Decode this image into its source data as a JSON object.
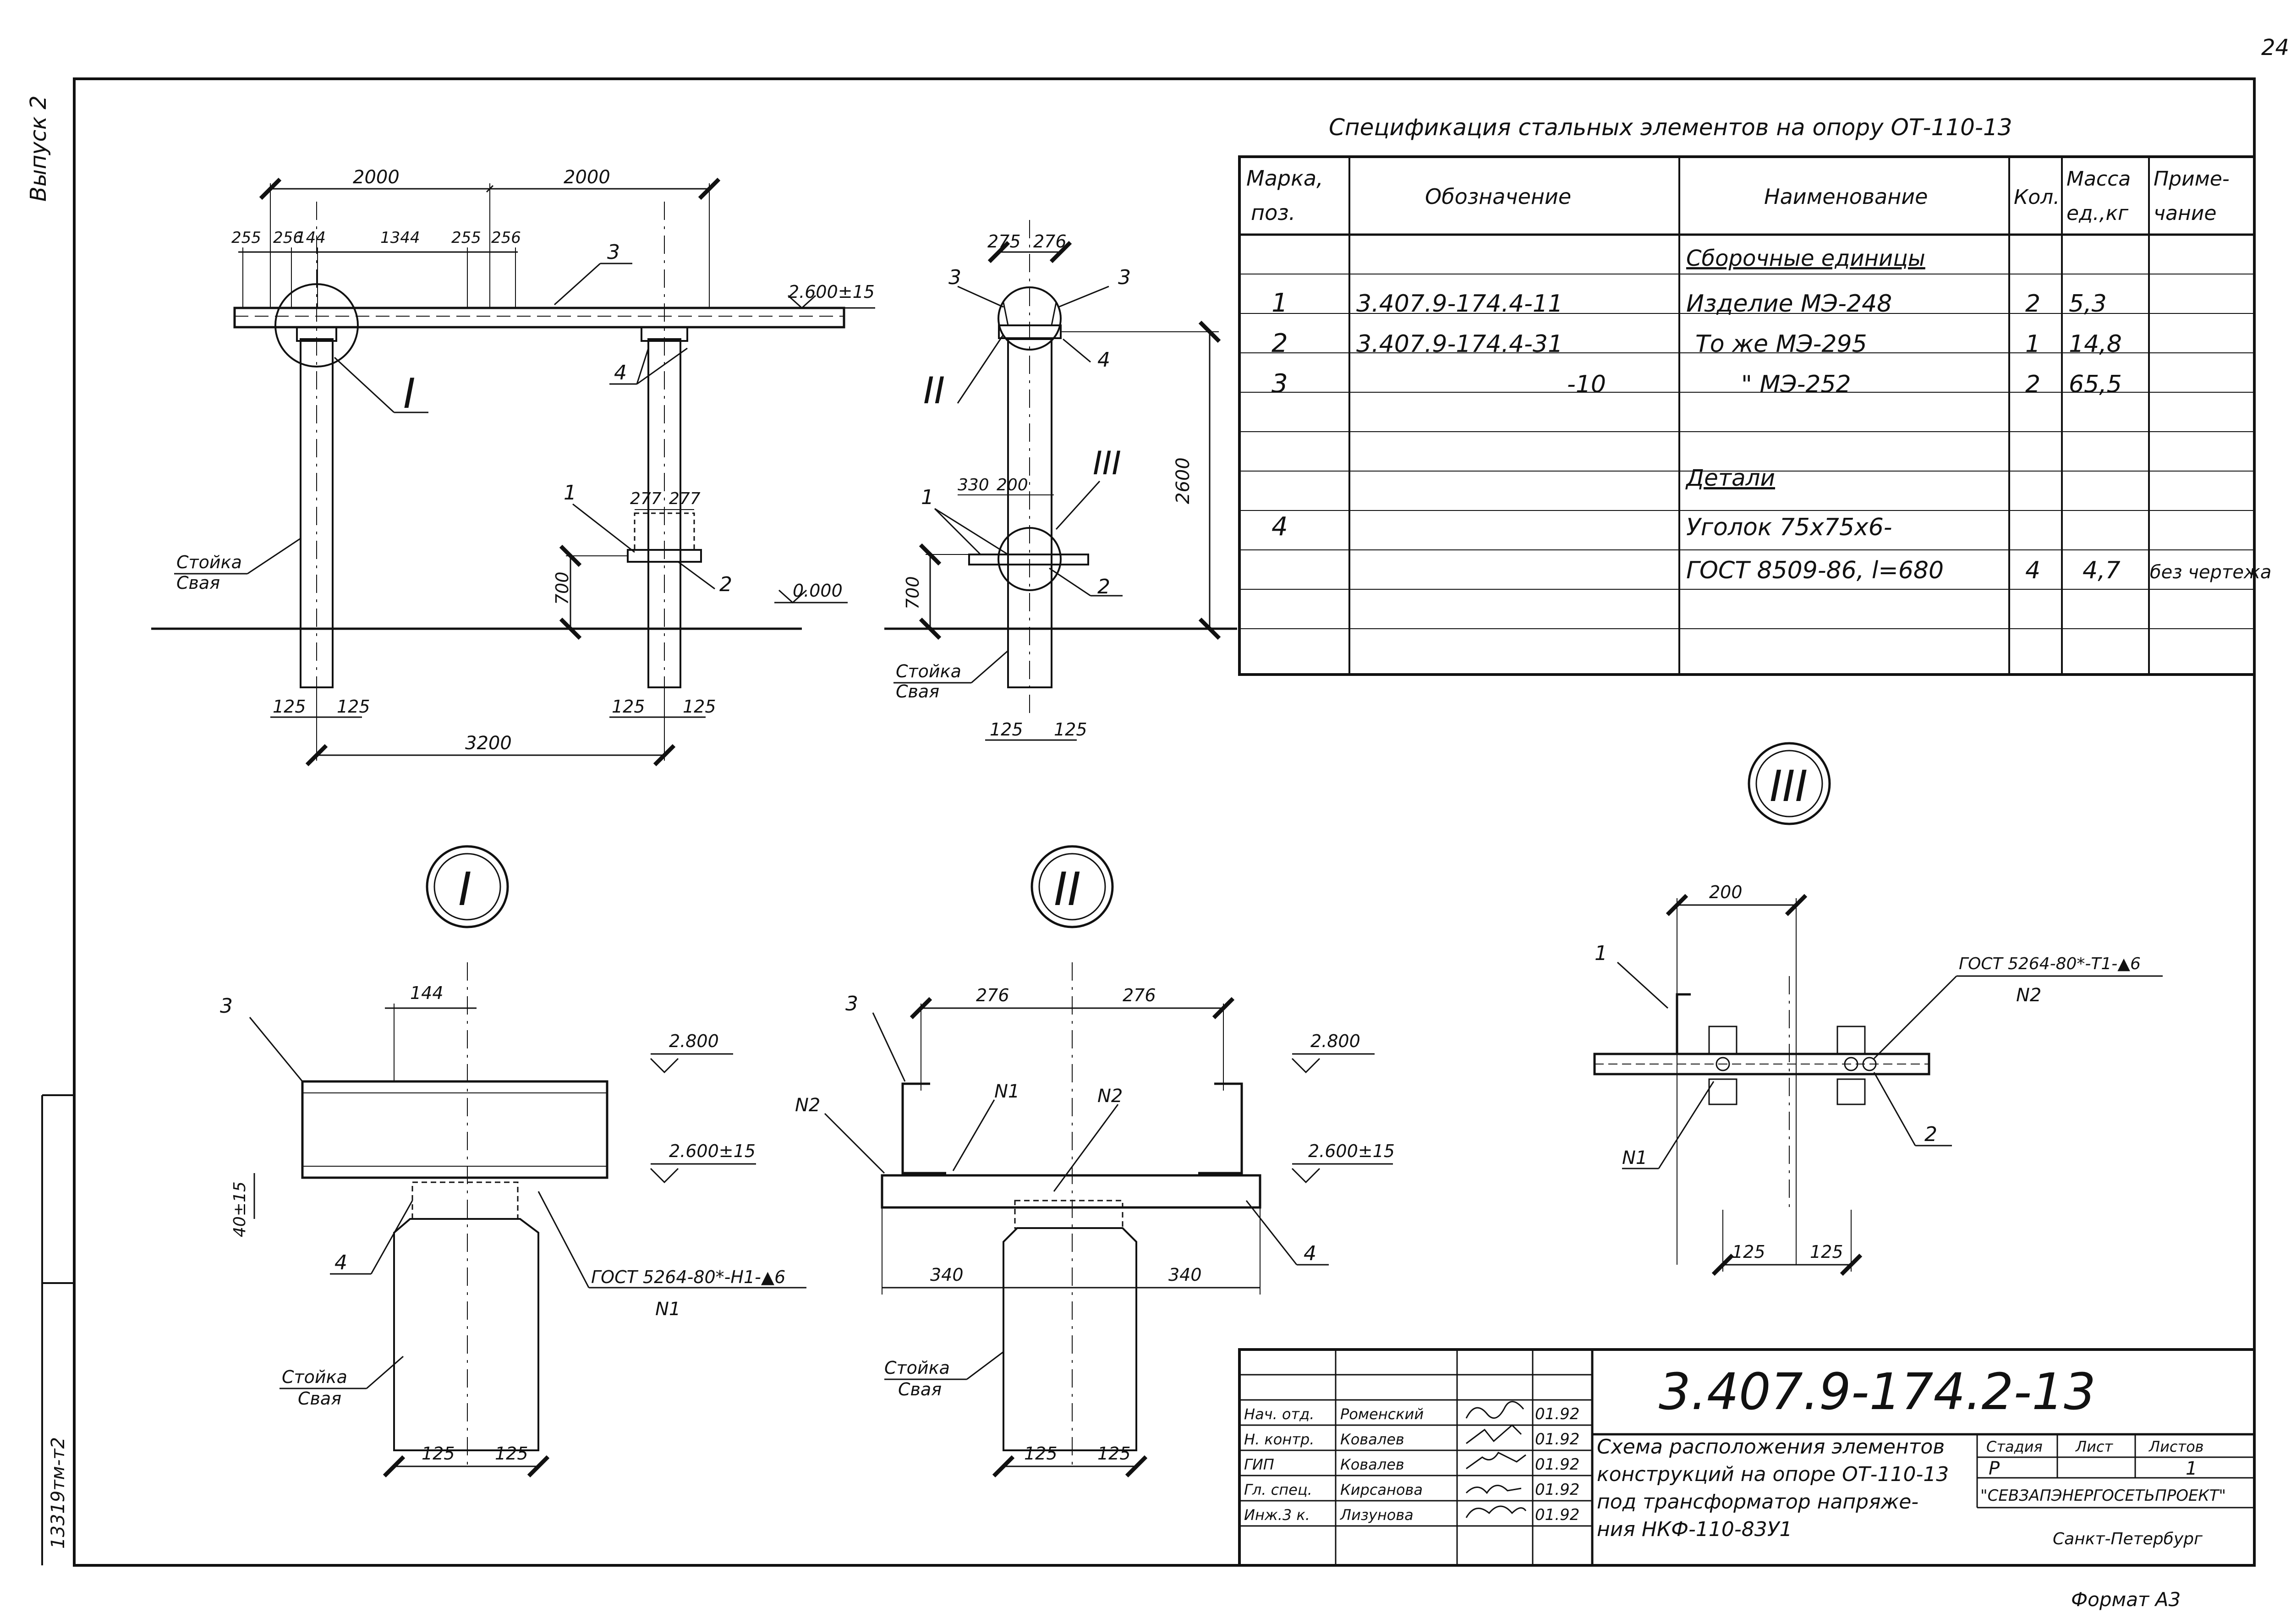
{
  "margin": {
    "issue_label": "Выпуск 2",
    "archive_code": "13319тм-т2",
    "page_no": "24"
  },
  "spec": {
    "title": "Спецификация стальных элементов на опору  ОТ-110-13",
    "headers": [
      "Марка, поз.",
      "Обозначение",
      "Наименование",
      "Кол.",
      "Масса ед.,кг",
      "Приме- чание"
    ],
    "header_lines": {
      "mark": [
        "Марка,",
        "поз."
      ],
      "designation": [
        "Обозначение"
      ],
      "name": [
        "Наименование"
      ],
      "qty": [
        "Кол."
      ],
      "mass": [
        "Масса",
        "ед.,кг"
      ],
      "note": [
        "Приме-",
        "чание"
      ]
    },
    "rows": [
      {
        "mark": "",
        "designation": "",
        "name": "Сборочные единицы",
        "qty": "",
        "mass": "",
        "note": ""
      },
      {
        "mark": "1",
        "designation": "3.407.9-174.4-11",
        "name": "Изделие МЭ-248",
        "qty": "2",
        "mass": "5,3",
        "note": ""
      },
      {
        "mark": "2",
        "designation": "3.407.9-174.4-31",
        "name": "То же МЭ-295",
        "qty": "1",
        "mass": "14,8",
        "note": ""
      },
      {
        "mark": "3",
        "designation": "-10",
        "name": "\"   МЭ-252",
        "qty": "2",
        "mass": "65,5",
        "note": ""
      },
      {
        "mark": "",
        "designation": "",
        "name": "",
        "qty": "",
        "mass": "",
        "note": ""
      },
      {
        "mark": "",
        "designation": "",
        "name": "Детали",
        "qty": "",
        "mass": "",
        "note": ""
      },
      {
        "mark": "4",
        "designation": "",
        "name": "Уголок 75х75х6-",
        "qty": "",
        "mass": "",
        "note": ""
      },
      {
        "mark": "",
        "designation": "",
        "name": "ГОСТ 8509-86, l=680",
        "qty": "4",
        "mass": "4,7",
        "note": "без чертежа"
      },
      {
        "mark": "",
        "designation": "",
        "name": "",
        "qty": "",
        "mass": "",
        "note": ""
      },
      {
        "mark": "",
        "designation": "",
        "name": "",
        "qty": "",
        "mass": "",
        "note": ""
      }
    ]
  },
  "elevation1": {
    "dims_top": [
      "2000",
      "2000"
    ],
    "dims_small": [
      "255",
      "256",
      "144",
      "1344",
      "255",
      "256"
    ],
    "level_top": "2.600±15",
    "level_ground": "0.000",
    "dims_plate": [
      "277",
      "277"
    ],
    "h700": "700",
    "post_widths": [
      "125",
      "125",
      "125",
      "125"
    ],
    "span": "3200",
    "post_label": [
      "Стойка",
      "Свая"
    ],
    "callouts": [
      "3",
      "4",
      "1",
      "2"
    ],
    "node": "I"
  },
  "elevation2": {
    "dims_top": [
      "275",
      "276"
    ],
    "dims_mid": [
      "330",
      "200"
    ],
    "h2600": "2600",
    "h700": "700",
    "post_widths": [
      "125",
      "125"
    ],
    "post_label": [
      "Стойка",
      "Свая"
    ],
    "callouts": [
      "3",
      "3",
      "4",
      "1",
      "2"
    ],
    "nodes": [
      "II",
      "III"
    ]
  },
  "node1": {
    "roman": "I",
    "dim144": "144",
    "level_top": "2.800",
    "level_mid": "2.600±15",
    "dim40": "40±15",
    "weld": "ГОСТ 5264-80*-Н1-▲6",
    "weld_mark": "N1",
    "post_label": [
      "Стойка",
      "Свая"
    ],
    "widths": [
      "125",
      "125"
    ],
    "callouts": [
      "3",
      "4"
    ]
  },
  "node2": {
    "roman": "II",
    "dims_top": [
      "276",
      "276"
    ],
    "level_top": "2.800",
    "level_mid": "2.600±15",
    "weld_marks": [
      "N2",
      "N1",
      "N2"
    ],
    "dims_side": [
      "340",
      "340"
    ],
    "post_label": [
      "Стойка",
      "Свая"
    ],
    "widths": [
      "125",
      "125"
    ],
    "callouts": [
      "3",
      "4"
    ]
  },
  "node3": {
    "roman": "III",
    "dim200": "200",
    "weld": "ГОСТ 5264-80*-Т1-▲6",
    "weld_marks": [
      "N2",
      "N1"
    ],
    "widths": [
      "125",
      "125"
    ],
    "callouts": [
      "1",
      "2"
    ]
  },
  "title_block": {
    "code": "3.407.9-174.2-13",
    "roles": [
      "Нач. отд.",
      "Н. контр.",
      "ГИП",
      "Гл. спец.",
      "Инж.3 к."
    ],
    "names": [
      "Роменский",
      "Ковалев",
      "Ковалев",
      "Кирсанова",
      "Лизунова"
    ],
    "dates": [
      "01.92",
      "01.92",
      "01.92",
      "01.92",
      "01.92"
    ],
    "description": [
      "Схема расположения элементов",
      "конструкций на опоре ОТ-110-13",
      "под трансформатор напряже-",
      "ния НКФ-110-83У1"
    ],
    "stage_label": "Стадия",
    "sheet_label": "Лист",
    "sheets_label": "Листов",
    "stage": "Р",
    "sheets": "1",
    "org": "\"СЕВЗАПЭНЕРГОСЕТЬПРОЕКТ\"",
    "city": "Санкт-Петербург"
  },
  "format": "Формат А3"
}
